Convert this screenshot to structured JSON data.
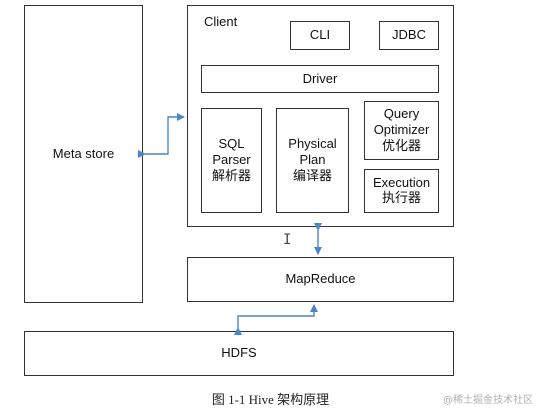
{
  "meta_store": {
    "label": "Meta store"
  },
  "client": {
    "title": "Client",
    "cli": "CLI",
    "jdbc": "JDBC",
    "driver": "Driver",
    "sql_parser": {
      "line1": "SQL",
      "line2": "Parser",
      "line3": "解析器"
    },
    "physical_plan": {
      "line1": "Physical",
      "line2": "Plan",
      "line3": "编译器"
    },
    "query_optimizer": {
      "line1": "Query",
      "line2": "Optimizer",
      "line3": "优化器"
    },
    "execution": {
      "line1": "Execution",
      "line2": "执行器"
    }
  },
  "mapreduce": {
    "label": "MapReduce"
  },
  "hdfs": {
    "label": "HDFS"
  },
  "caption": "图 1-1 Hive 架构原理",
  "watermark": "@稀土掘金技术社区",
  "colors": {
    "arrow": "#4a86c8",
    "border": "#333333"
  }
}
